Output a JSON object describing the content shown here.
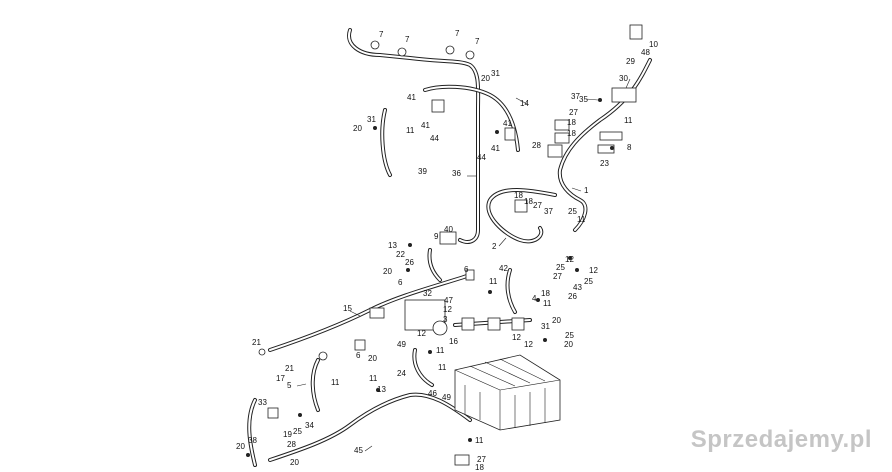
{
  "diagram": {
    "watermark": "Sprzedajemy.pl",
    "callouts": [
      {
        "id": "c7a",
        "text": "7"
      },
      {
        "id": "c7b",
        "text": "7"
      },
      {
        "id": "c7c",
        "text": "7"
      },
      {
        "id": "c7d",
        "text": "7"
      },
      {
        "id": "c10",
        "text": "10"
      },
      {
        "id": "c48",
        "text": "48"
      },
      {
        "id": "c29",
        "text": "29"
      },
      {
        "id": "c30",
        "text": "30"
      },
      {
        "id": "c35",
        "text": "35"
      },
      {
        "id": "c31a",
        "text": "31"
      },
      {
        "id": "c20a",
        "text": "20"
      },
      {
        "id": "c14",
        "text": "14"
      },
      {
        "id": "c41a",
        "text": "41"
      },
      {
        "id": "c37a",
        "text": "37"
      },
      {
        "id": "c27a",
        "text": "27"
      },
      {
        "id": "c18a",
        "text": "18"
      },
      {
        "id": "c18b",
        "text": "18"
      },
      {
        "id": "c11a",
        "text": "11"
      },
      {
        "id": "c20b",
        "text": "20"
      },
      {
        "id": "c31b",
        "text": "31"
      },
      {
        "id": "c41b",
        "text": "41"
      },
      {
        "id": "c11b",
        "text": "11"
      },
      {
        "id": "c44a",
        "text": "44"
      },
      {
        "id": "c41c",
        "text": "41"
      },
      {
        "id": "c41d",
        "text": "41"
      },
      {
        "id": "c44b",
        "text": "44"
      },
      {
        "id": "c28",
        "text": "28"
      },
      {
        "id": "c23",
        "text": "23"
      },
      {
        "id": "c8",
        "text": "8"
      },
      {
        "id": "c39",
        "text": "39"
      },
      {
        "id": "c36",
        "text": "36"
      },
      {
        "id": "c1",
        "text": "1"
      },
      {
        "id": "c18c",
        "text": "18"
      },
      {
        "id": "c18d",
        "text": "18"
      },
      {
        "id": "c27b",
        "text": "27"
      },
      {
        "id": "c37b",
        "text": "37"
      },
      {
        "id": "c25a",
        "text": "25"
      },
      {
        "id": "c11c",
        "text": "11"
      },
      {
        "id": "c40",
        "text": "40"
      },
      {
        "id": "c9",
        "text": "9"
      },
      {
        "id": "c2",
        "text": "2"
      },
      {
        "id": "c13",
        "text": "13"
      },
      {
        "id": "c22",
        "text": "22"
      },
      {
        "id": "c26a",
        "text": "26"
      },
      {
        "id": "c20c",
        "text": "20"
      },
      {
        "id": "c6a",
        "text": "6"
      },
      {
        "id": "c6b",
        "text": "6"
      },
      {
        "id": "c11d",
        "text": "11"
      },
      {
        "id": "c42",
        "text": "42"
      },
      {
        "id": "c12a",
        "text": "12"
      },
      {
        "id": "c25b",
        "text": "25"
      },
      {
        "id": "c27c",
        "text": "27"
      },
      {
        "id": "c12b",
        "text": "12"
      },
      {
        "id": "c25c",
        "text": "25"
      },
      {
        "id": "c43",
        "text": "43"
      },
      {
        "id": "c26b",
        "text": "26"
      },
      {
        "id": "c18e",
        "text": "18"
      },
      {
        "id": "c4",
        "text": "4"
      },
      {
        "id": "c32",
        "text": "32"
      },
      {
        "id": "c47",
        "text": "47"
      },
      {
        "id": "c12c",
        "text": "12"
      },
      {
        "id": "c3",
        "text": "3"
      },
      {
        "id": "c15",
        "text": "15"
      },
      {
        "id": "c11e",
        "text": "11"
      },
      {
        "id": "c20d",
        "text": "20"
      },
      {
        "id": "c31c",
        "text": "31"
      },
      {
        "id": "c25d",
        "text": "25"
      },
      {
        "id": "c20e",
        "text": "20"
      },
      {
        "id": "c12d",
        "text": "12"
      },
      {
        "id": "c12e",
        "text": "12"
      },
      {
        "id": "c16",
        "text": "16"
      },
      {
        "id": "c12f",
        "text": "12"
      },
      {
        "id": "c21a",
        "text": "21"
      },
      {
        "id": "c6c",
        "text": "6"
      },
      {
        "id": "c20f",
        "text": "20"
      },
      {
        "id": "c49a",
        "text": "49"
      },
      {
        "id": "c11f",
        "text": "11"
      },
      {
        "id": "c11g",
        "text": "11"
      },
      {
        "id": "c24",
        "text": "24"
      },
      {
        "id": "c21b",
        "text": "21"
      },
      {
        "id": "c5",
        "text": "5"
      },
      {
        "id": "c11h",
        "text": "11"
      },
      {
        "id": "c17",
        "text": "17"
      },
      {
        "id": "c11i",
        "text": "11"
      },
      {
        "id": "c13b",
        "text": "13"
      },
      {
        "id": "c46",
        "text": "46"
      },
      {
        "id": "c49b",
        "text": "49"
      },
      {
        "id": "c33",
        "text": "33"
      },
      {
        "id": "c19",
        "text": "19"
      },
      {
        "id": "c25e",
        "text": "25"
      },
      {
        "id": "c34",
        "text": "34"
      },
      {
        "id": "c28b",
        "text": "28"
      },
      {
        "id": "c20g",
        "text": "20"
      },
      {
        "id": "c38",
        "text": "38"
      },
      {
        "id": "c45",
        "text": "45"
      },
      {
        "id": "c11j",
        "text": "11"
      },
      {
        "id": "c27d",
        "text": "27"
      },
      {
        "id": "c20h",
        "text": "20"
      },
      {
        "id": "c18f",
        "text": "18"
      }
    ]
  }
}
